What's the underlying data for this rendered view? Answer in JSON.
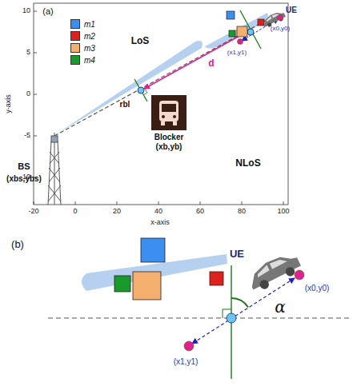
{
  "diagram": {
    "nodes": [
      {
        "text": [
          "Blocker",
          "(xb,yb)"
        ]
      }
    ],
    "labels": [
      "(a)",
      "LoS",
      "NLoS",
      "UE",
      "(x0,y0)",
      "(x1,y1)",
      "d",
      "rbl",
      "BS",
      "(xbs,ybs)",
      "-20",
      "0",
      "20",
      "40",
      "60",
      "80",
      "100",
      "10",
      "5",
      "0",
      "-5",
      "-10",
      "x-axis",
      "y-axis",
      "(b)",
      "UE",
      "(x0,y0)",
      "(x1,y1)",
      "α"
    ],
    "legend": [
      {
        "text": "m1",
        "color": "#3b8ff0"
      },
      {
        "text": "m2",
        "color": "#e0201c"
      },
      {
        "text": "m3",
        "color": "#f5b070"
      },
      {
        "text": "m4",
        "color": "#1a9a2a"
      }
    ]
  }
}
